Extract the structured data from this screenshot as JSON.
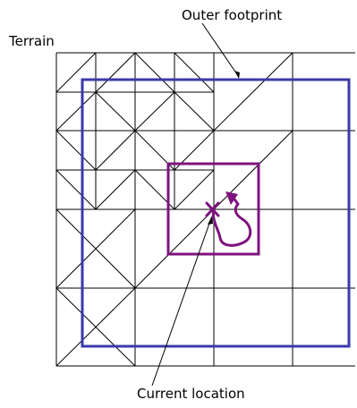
{
  "labels": {
    "outer_footprint": "Outer footprint",
    "terrain": "Terrain",
    "current_location": "Current location"
  },
  "colors": {
    "grid": "#000000",
    "outer_footprint": "#3a3aa8",
    "inner_footprint": "#7e137e",
    "trajectory": "#7e137e"
  }
}
